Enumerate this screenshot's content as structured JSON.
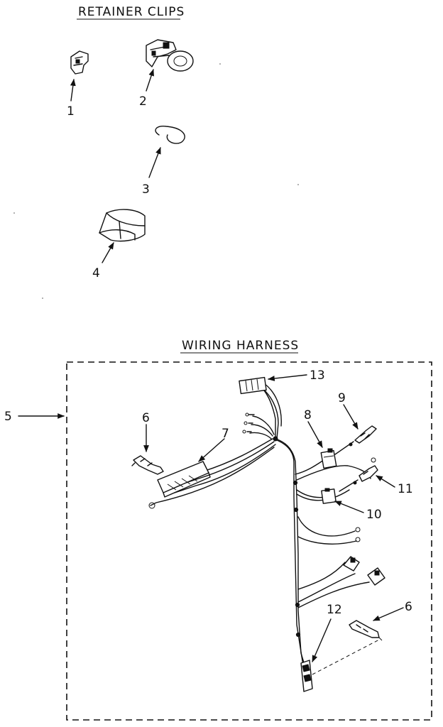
{
  "sections": {
    "retainer_clips_title": "RETAINER CLIPS",
    "wiring_harness_title": "WIRING HARNESS"
  },
  "callouts": {
    "c1": "1",
    "c2": "2",
    "c3": "3",
    "c4": "4",
    "c5": "5",
    "c6a": "6",
    "c6b": "6",
    "c7": "7",
    "c8": "8",
    "c9": "9",
    "c10": "10",
    "c11": "11",
    "c12": "12",
    "c13": "13"
  }
}
